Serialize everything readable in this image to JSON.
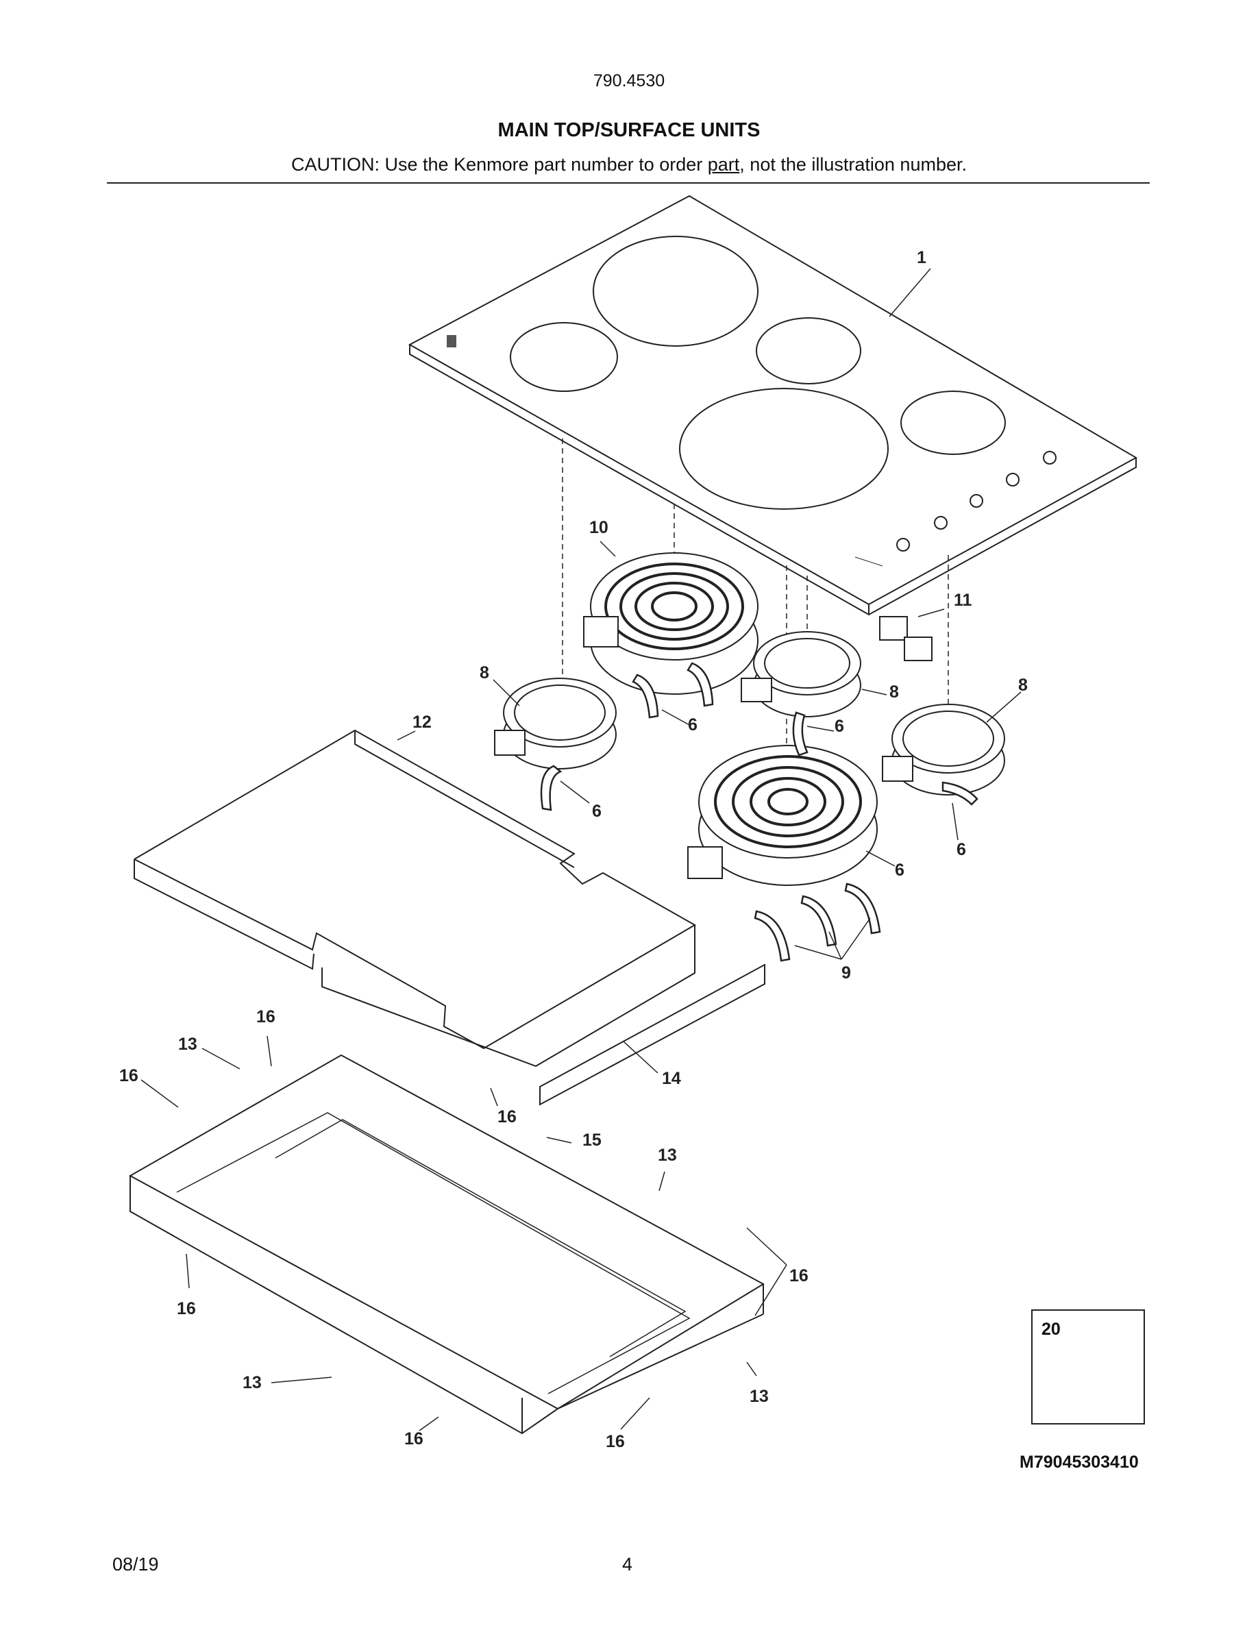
{
  "header": {
    "model": "790.4530",
    "title": "MAIN TOP/SURFACE UNITS",
    "caution_pre": "CAUTION: Use the Kenmore part number to order ",
    "caution_link": "part",
    "caution_post": ", not the illustration number."
  },
  "callouts": [
    {
      "id": "c1",
      "text": "1"
    },
    {
      "id": "c10",
      "text": "10"
    },
    {
      "id": "c11",
      "text": "11"
    },
    {
      "id": "c8a",
      "text": "8"
    },
    {
      "id": "c8b",
      "text": "8"
    },
    {
      "id": "c8c",
      "text": "8"
    },
    {
      "id": "c12",
      "text": "12"
    },
    {
      "id": "c6a",
      "text": "6"
    },
    {
      "id": "c6b",
      "text": "6"
    },
    {
      "id": "c6c",
      "text": "6"
    },
    {
      "id": "c6d",
      "text": "6"
    },
    {
      "id": "c6e",
      "text": "6"
    },
    {
      "id": "c9",
      "text": "9"
    },
    {
      "id": "c14",
      "text": "14"
    },
    {
      "id": "c15",
      "text": "15"
    },
    {
      "id": "c13a",
      "text": "13"
    },
    {
      "id": "c13b",
      "text": "13"
    },
    {
      "id": "c13c",
      "text": "13"
    },
    {
      "id": "c13d",
      "text": "13"
    },
    {
      "id": "c16a",
      "text": "16"
    },
    {
      "id": "c16b",
      "text": "16"
    },
    {
      "id": "c16c",
      "text": "16"
    },
    {
      "id": "c16d",
      "text": "16"
    },
    {
      "id": "c16e",
      "text": "16"
    },
    {
      "id": "c16f",
      "text": "16"
    },
    {
      "id": "c16g",
      "text": "16"
    }
  ],
  "inset": {
    "label": "20"
  },
  "drawing_id": "M79045303410",
  "footer": {
    "date": "08/19",
    "page": "4"
  }
}
